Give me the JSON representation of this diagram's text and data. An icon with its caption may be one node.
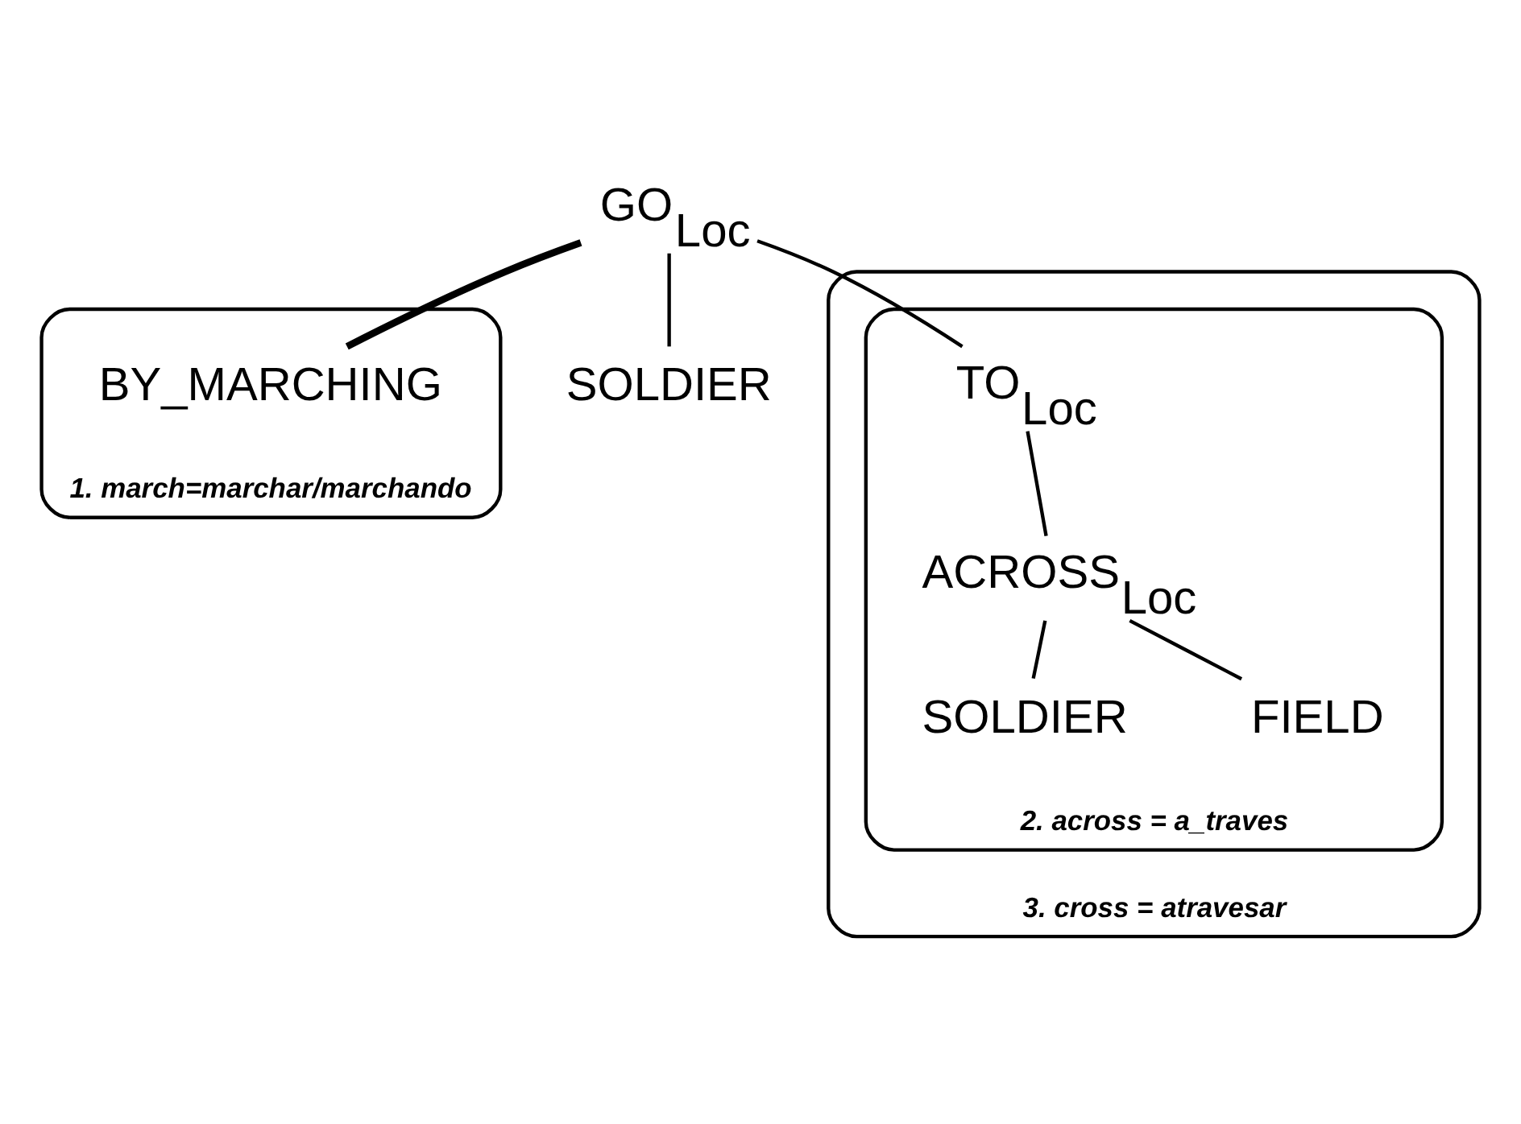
{
  "diagram": {
    "nodes": [
      {
        "text": [
          "1. march=marchar/marchando"
        ]
      },
      {
        "text": [
          "GO$_{Loc}$"
        ]
      },
      {
        "text": [
          "BY_MARCHING"
        ],
        "in": 0
      },
      {
        "text": [
          "SOLDIER"
        ]
      },
      {
        "text": [
          "3. cross = atravesar"
        ]
      },
      {
        "text": [
          "2. across = a_traves"
        ],
        "in": 4
      },
      {
        "text": [
          "TO$_{Loc}$"
        ],
        "in": 5
      },
      {
        "text": [
          "ACROSS$_{Loc}$"
        ],
        "in": 5
      },
      {
        "text": [
          "SOLDIER"
        ],
        "in": 5
      },
      {
        "text": [
          "FIELD"
        ],
        "in": 5
      }
    ],
    "edges": [
      {
        "from": 1,
        "to": 2,
        "arrow": "none",
        "style": "thick"
      },
      {
        "from": 1,
        "to": 3,
        "arrow": "none"
      },
      {
        "from": 1,
        "to": 6,
        "arrow": "none"
      },
      {
        "from": 6,
        "to": 7,
        "arrow": "none"
      },
      {
        "from": 7,
        "to": 8,
        "arrow": "none"
      },
      {
        "from": 7,
        "to": 9,
        "arrow": "none"
      }
    ]
  }
}
